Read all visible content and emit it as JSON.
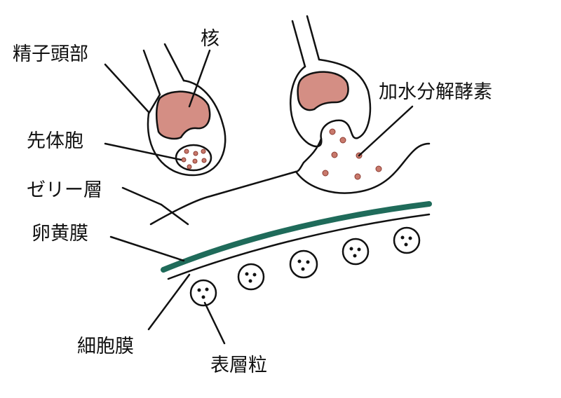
{
  "labels": {
    "sperm_head": "精子頭部",
    "nucleus": "核",
    "acrosome": "先体胞",
    "jelly_layer": "ゼリー層",
    "vitelline_membrane": "卵黄膜",
    "cell_membrane": "細胞膜",
    "cortical_granules": "表層粒",
    "hydrolytic_enzymes": "加水分解酵素"
  },
  "colors": {
    "vitelline_membrane": "#1f6b5a",
    "nucleus": "#d48e84",
    "enzyme": "#c8796c"
  }
}
